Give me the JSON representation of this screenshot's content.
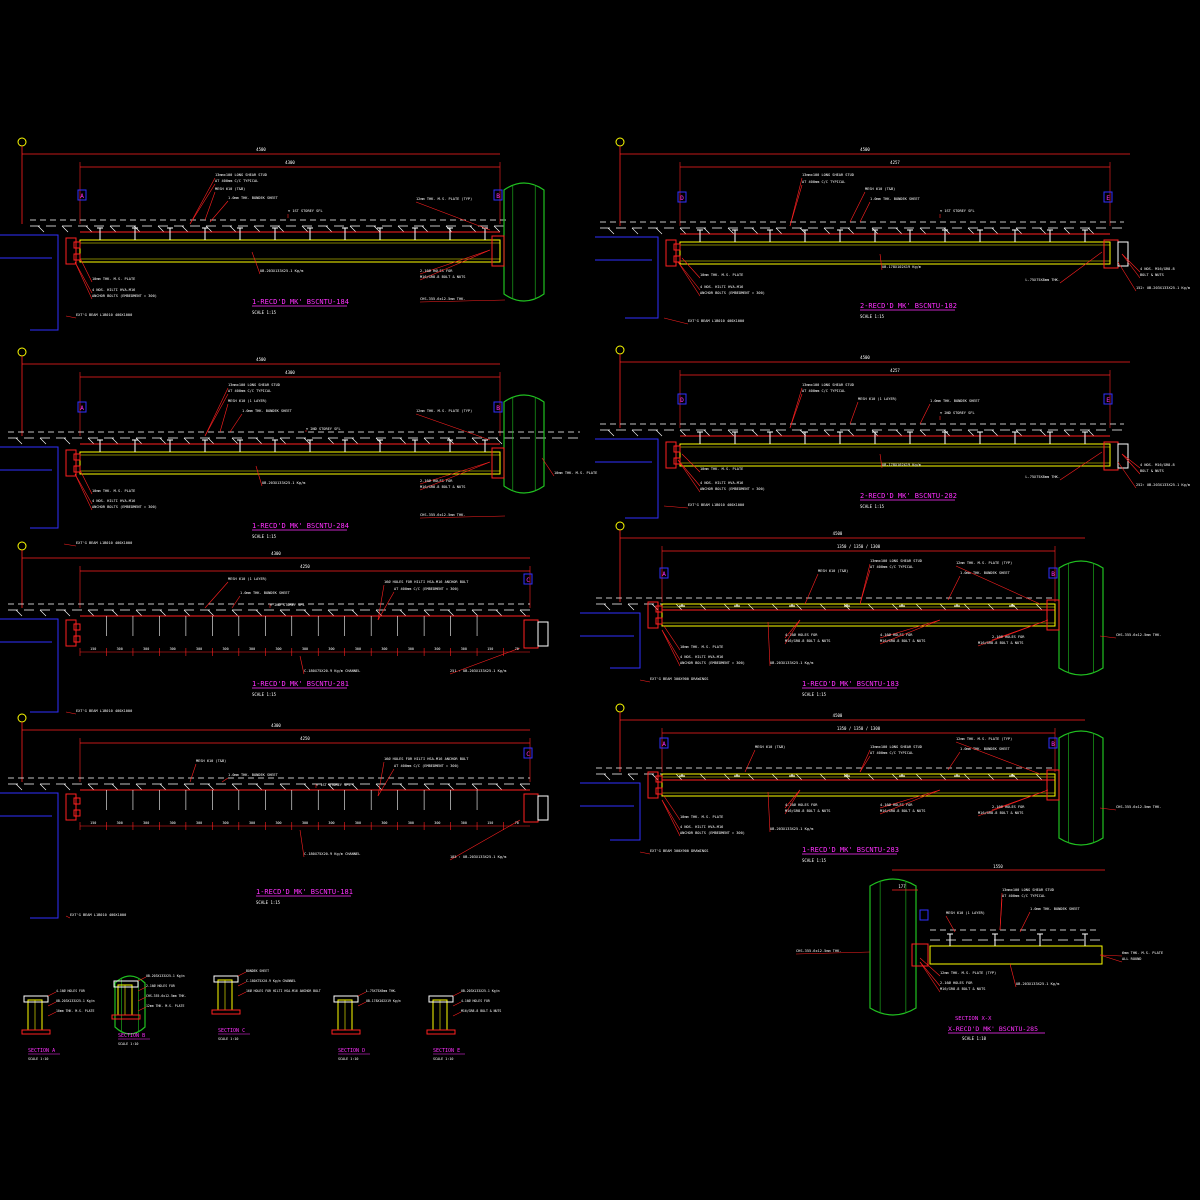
{
  "colors": {
    "bg": "#000000",
    "red": "#ff2020",
    "yellow": "#ffff00",
    "white": "#ffffff",
    "blue": "#3030ff",
    "magenta": "#ff30ff",
    "green": "#20c020",
    "cyan": "#00ffff"
  },
  "panels": [
    {
      "id": "p1",
      "dim_total": "4500",
      "dim_inner": "4300",
      "marker_left": "A",
      "marker_right": "B",
      "labels": {
        "stud": "13mmx100 LONG SHEAR STUD",
        "stud2": "AT 400mm C/C TYPICAL",
        "mesh": "MESH 610 (T&B)",
        "sheet": "1.0mm THK. BONDEK SHEET",
        "level": "▽ 1ST STOREY SFL",
        "plate_r": "12mm THK. M.S. PLATE (TYP)",
        "beam": "UB-203X133X25.1 Kg/m",
        "bolts_r": "2-16Ø HOLES FOR",
        "bolts_r2": "M16/GR8.8 BOLT & NUTS",
        "plate_l": "10mm THK. M.S. PLATE",
        "anchor": "4 NOS. HILTI HVA-M16",
        "anchor2": "ANCHOR BOLTS (EMBEDMENT = 300)",
        "col": "CHS-355.6x12.5mm THK.",
        "exist": "EXT'G BEAM L1B010 400X1000"
      },
      "title": "1-RECD'D MK' BSCNTU-184",
      "scale": "SCALE 1:15"
    },
    {
      "id": "p2",
      "dim_total": "4500",
      "dim_inner": "4257",
      "marker_left": "D",
      "marker_right": "E",
      "labels": {
        "stud": "13mmx100 LONG SHEAR STUD",
        "stud2": "AT 400mm C/C TYPICAL",
        "mesh": "MESH 610 (T&B)",
        "sheet": "1.0mm THK. BONDEK SHEET",
        "level": "▽ 1ST STOREY SFL",
        "beam": "UB-178X102X19 Kg/m",
        "plate_l": "10mm THK. M.S. PLATE",
        "anchor": "4 NOS. HILTI HVA-M16",
        "anchor2": "ANCHOR BOLTS (EMBEDMENT = 300)",
        "angle": "L-75X75X8mm THK.",
        "bolts_r": "4 NOS. M16/GR8.8",
        "bolts_r2": "BOLT & NUTS",
        "ub_r": "152: UB-203X133X25.1 Kg/m",
        "exist": "EXT'G BEAM L1B010 400X1000"
      },
      "title": "2-RECD'D MK' BSCNTU-182",
      "scale": "SCALE 1:15"
    },
    {
      "id": "p3",
      "dim_total": "4500",
      "dim_inner": "4300",
      "marker_left": "A",
      "marker_right": "B",
      "labels": {
        "stud": "13mmx100 LONG SHEAR STUD",
        "stud2": "AT 400mm C/C TYPICAL",
        "mesh": "MESH 610 (1 LAYER)",
        "sheet": "1.0mm THK. BONDEK SHEET",
        "level": "▽ 2ND STOREY SFL",
        "plate_r": "12mm THK. M.S. PLATE (TYP)",
        "beam": "UB-203X133X25.1 Kg/m",
        "bolts_r": "2-16Ø HOLES FOR",
        "bolts_r2": "M16/GR8.8 BOLT & NUTS",
        "plate_l": "10mm THK. M.S. PLATE",
        "anchor": "4 NOS. HILTI HVA-M16",
        "anchor2": "ANCHOR BOLTS (EMBEDMENT = 300)",
        "col": "CHS-355.6x12.5mm THK.",
        "exist": "EXT'G BEAM L1B010 400X1000",
        "plate_x": "10mm THK. M.S. PLATE"
      },
      "title": "1-RECD'D MK' BSCNTU-284",
      "scale": "SCALE 1:15"
    },
    {
      "id": "p4",
      "dim_total": "4500",
      "dim_inner": "4257",
      "marker_left": "D",
      "marker_right": "E",
      "labels": {
        "stud": "13mmx100 LONG SHEAR STUD",
        "stud2": "AT 400mm C/C TYPICAL",
        "mesh": "MESH 610 (1 LAYER)",
        "sheet": "1.0mm THK. BONDEK SHEET",
        "level": "▽ 2ND STOREY SFL",
        "beam": "UB-178X102X19 Kg/m",
        "plate_l": "10mm THK. M.S. PLATE",
        "anchor": "4 NOS. HILTI HVA-M16",
        "anchor2": "ANCHOR BOLTS (EMBEDMENT = 300)",
        "angle": "L-75X75X8mm THK.",
        "bolts_r": "4 NOS. M16/GR8.8",
        "bolts_r2": "BOLT & NUTS",
        "ub_r": "252: UB-203X133X25.1 Kg/m",
        "exist": "EXT'G BEAM L1B010 400X1000"
      },
      "title": "2-RECD'D MK' BSCNTU-282",
      "scale": "SCALE 1:15"
    },
    {
      "id": "p5",
      "dim_total": "4300",
      "dim_inner": "4250",
      "marker_right": "C",
      "labels": {
        "mesh": "MESH 610 (1 LAYER)",
        "sheet": "1.0mm THK. BONDEK SHEET",
        "level": "▽ 2ND STOREY SFL",
        "holes": "16Ø HOLES FOR HILTI HSA-M16 ANCHOR BOLT",
        "holes2": "AT 400mm C/C (EMBEDMENT = 300)",
        "channel": "C-180X75X20.9 Kg/m CHANNEL",
        "ub_r": "251 : UB-203X133X25.1 Kg/m",
        "exist": "EXT'G BEAM L1B010 400X1000"
      },
      "spacings": [
        "150",
        "300",
        "300",
        "300",
        "300",
        "300",
        "300",
        "300",
        "300",
        "300",
        "300",
        "300",
        "300",
        "300",
        "300",
        "150",
        "70"
      ],
      "title": "1-RECD'D MK' BSCNTU-281",
      "scale": "SCALE 1:15"
    },
    {
      "id": "p6",
      "dim_total": "4500",
      "dim_inner": "1350 / 1350 / 1300",
      "marker_left": "A",
      "marker_right": "B",
      "labels": {
        "stud": "13mmx100 LONG SHEAR STUD",
        "stud2": "AT 400mm C/C TYPICAL",
        "mesh": "MESH 610 (T&B)",
        "sheet": "1.0mm THK. BONDEK SHEET",
        "plate_r": "12mm THK. M.S. PLATE (TYP)",
        "beam": "UB-203X133X25.1 Kg/m",
        "holes": "4-16Ø HOLES FOR",
        "holes2": "M16/GR8.8 BOLT & NUTS",
        "bolts_r": "2-16Ø HOLES FOR",
        "bolts_r2": "M16/GR8.8 BOLT & NUTS",
        "plate_l": "10mm THK. M.S. PLATE",
        "anchor": "4 NOS. HILTI HVA-M16",
        "anchor2": "ANCHOR BOLTS (EMBEDMENT = 300)",
        "col": "CHS-355.6x12.5mm THK.",
        "exist": "EXT'G BEAM 300X900 DRAWINGS"
      },
      "title": "1-RECD'D MK' BSCNTU-183",
      "scale": "SCALE 1:15"
    },
    {
      "id": "p7",
      "dim_total": "4300",
      "dim_inner": "4250",
      "marker_right": "C",
      "labels": {
        "mesh": "MESH 610 (T&B)",
        "sheet": "1.0mm THK. BONDEK SHEET",
        "level": "▽ 1ST STOREY SFL",
        "holes": "16Ø HOLES FOR HILTI HSA-M16 ANCHOR BOLT",
        "holes2": "AT 400mm C/C (EMBEDMENT = 300)",
        "channel": "C-180X75X20.9 Kg/m CHANNEL",
        "ub_r": "185 : UB-203X133X25.1 Kg/m",
        "exist": "EXT'G BEAM L1B010 400X1000"
      },
      "spacings": [
        "150",
        "300",
        "300",
        "300",
        "300",
        "300",
        "300",
        "300",
        "300",
        "300",
        "300",
        "300",
        "300",
        "300",
        "300",
        "150",
        "70"
      ],
      "title": "1-RECD'D MK' BSCNTU-181",
      "scale": "SCALE 1:15"
    },
    {
      "id": "p8",
      "dim_total": "4500",
      "dim_inner": "1350 / 1350 / 1300",
      "marker_left": "A",
      "marker_right": "B",
      "labels": {
        "stud": "13mmx100 LONG SHEAR STUD",
        "stud2": "AT 400mm C/C TYPICAL",
        "mesh": "MESH 610 (T&B)",
        "sheet": "1.0mm THK. BONDEK SHEET",
        "plate_r": "12mm THK. M.S. PLATE (TYP)",
        "beam": "UB-203X133X25.1 Kg/m",
        "holes": "4-16Ø HOLES FOR",
        "holes2": "M16/GR8.8 BOLT & NUTS",
        "bolts_r": "2-16Ø HOLES FOR",
        "bolts_r2": "M16/GR8.8 BOLT & NUTS",
        "plate_l": "10mm THK. M.S. PLATE",
        "anchor": "4 NOS. HILTI HVA-M16",
        "anchor2": "ANCHOR BOLTS (EMBEDMENT = 300)",
        "col": "CHS-355.6x12.5mm THK.",
        "exist": "EXT'G BEAM 300X900 DRAWINGS"
      },
      "title": "1-RECD'D MK' BSCNTU-283",
      "scale": "SCALE 1:15"
    }
  ],
  "section_x": {
    "dim_a": "1550",
    "dim_b": "177",
    "labels": {
      "stud": "13mmx100 LONG SHEAR STUD",
      "stud2": "AT 400mm C/C TYPICAL",
      "mesh": "MESH 610 (1 LAYER)",
      "sheet": "1.0mm THK. BONDEK SHEET",
      "col": "CHS-355.6x12.5mm THK.",
      "plate": "12mm THK. M.S. PLATE (TYP)",
      "holes": "2-16Ø HOLES FOR",
      "holes2": "M16/GR8.8 BOLT & NUTS",
      "beam": "UB-203X133X25.1 Kg/m",
      "end_plate": "6mm THK. M.S. PLATE",
      "end_plate2": "ALL ROUND"
    },
    "title": "SECTION X-X",
    "subtitle": "X-RECD'D MK' BSCNTU-285",
    "scale": "SCALE 1:10"
  },
  "sections": [
    {
      "title": "SECTION A",
      "scale": "SCALE 1:10",
      "note1": "4-16Ø HOLES FOR",
      "note2": "UB-203X133X25.1 Kg/m",
      "note3": "10mm THK. M.S. PLATE"
    },
    {
      "title": "SECTION B",
      "scale": "SCALE 1:10",
      "note1": "UB-203X133X25.1 Kg/m",
      "note2": "2-16Ø HOLES FOR",
      "note3": "CHS-355.6x12.5mm THK.",
      "note4": "12mm THK. M.S. PLATE"
    },
    {
      "title": "SECTION C",
      "scale": "SCALE 1:10",
      "note1": "BONDEK SHEET",
      "note2": "C-180X75X20.9 Kg/m CHANNEL",
      "note3": "16Ø HOLES FOR HILTI HSA-M16 ANCHOR BOLT"
    },
    {
      "title": "SECTION D",
      "scale": "SCALE 1:10",
      "note1": "L-75X75X8mm THK.",
      "note2": "UB-178X102X19 Kg/m"
    },
    {
      "title": "SECTION E",
      "scale": "SCALE 1:10",
      "note1": "UB-203X133X25.1 Kg/m",
      "note2": "4-16Ø HOLES FOR",
      "note3": "M16/GR8.8 BOLT & NUTS"
    }
  ]
}
